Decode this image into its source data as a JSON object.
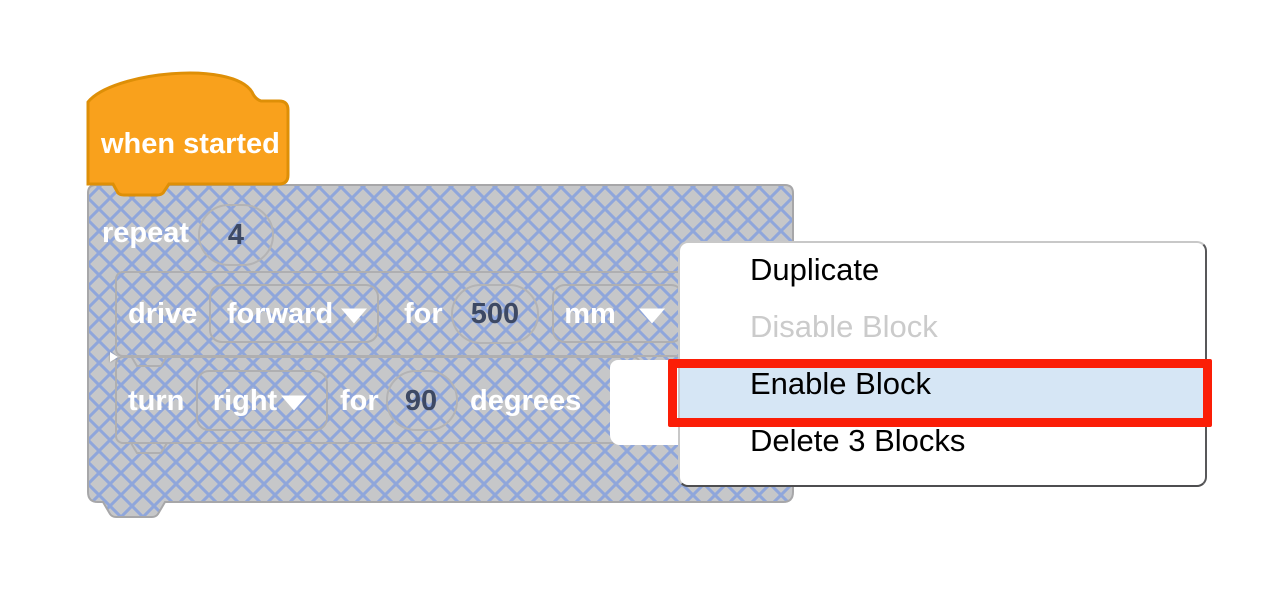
{
  "hat_block": {
    "label": "when started"
  },
  "repeat_block": {
    "label": "repeat",
    "count": "4"
  },
  "drive_block": {
    "verb": "drive",
    "direction": "forward",
    "preposition": "for",
    "distance": "500",
    "unit": "mm"
  },
  "turn_block": {
    "verb": "turn",
    "direction": "right",
    "preposition": "for",
    "angle": "90",
    "unit_label": "degrees"
  },
  "context_menu": {
    "items": [
      {
        "label": "Duplicate",
        "state": "normal"
      },
      {
        "label": "Disable Block",
        "state": "disabled"
      },
      {
        "label": "Enable Block",
        "state": "highlighted"
      },
      {
        "label": "Delete 3 Blocks",
        "state": "normal"
      }
    ]
  },
  "colors": {
    "hat_fill": "#F9A11C",
    "hat_stroke": "#DE8F07",
    "disabled_block_base": "#C6C7C9",
    "disabled_hatch_line": "#8FA6DB",
    "block_text": "#FFFFFF",
    "value_text": "#3D4964",
    "menu_highlight_bg": "#D6E6F5",
    "menu_disabled_text": "#CBCBCB",
    "annotation_red": "#FB1E07"
  }
}
